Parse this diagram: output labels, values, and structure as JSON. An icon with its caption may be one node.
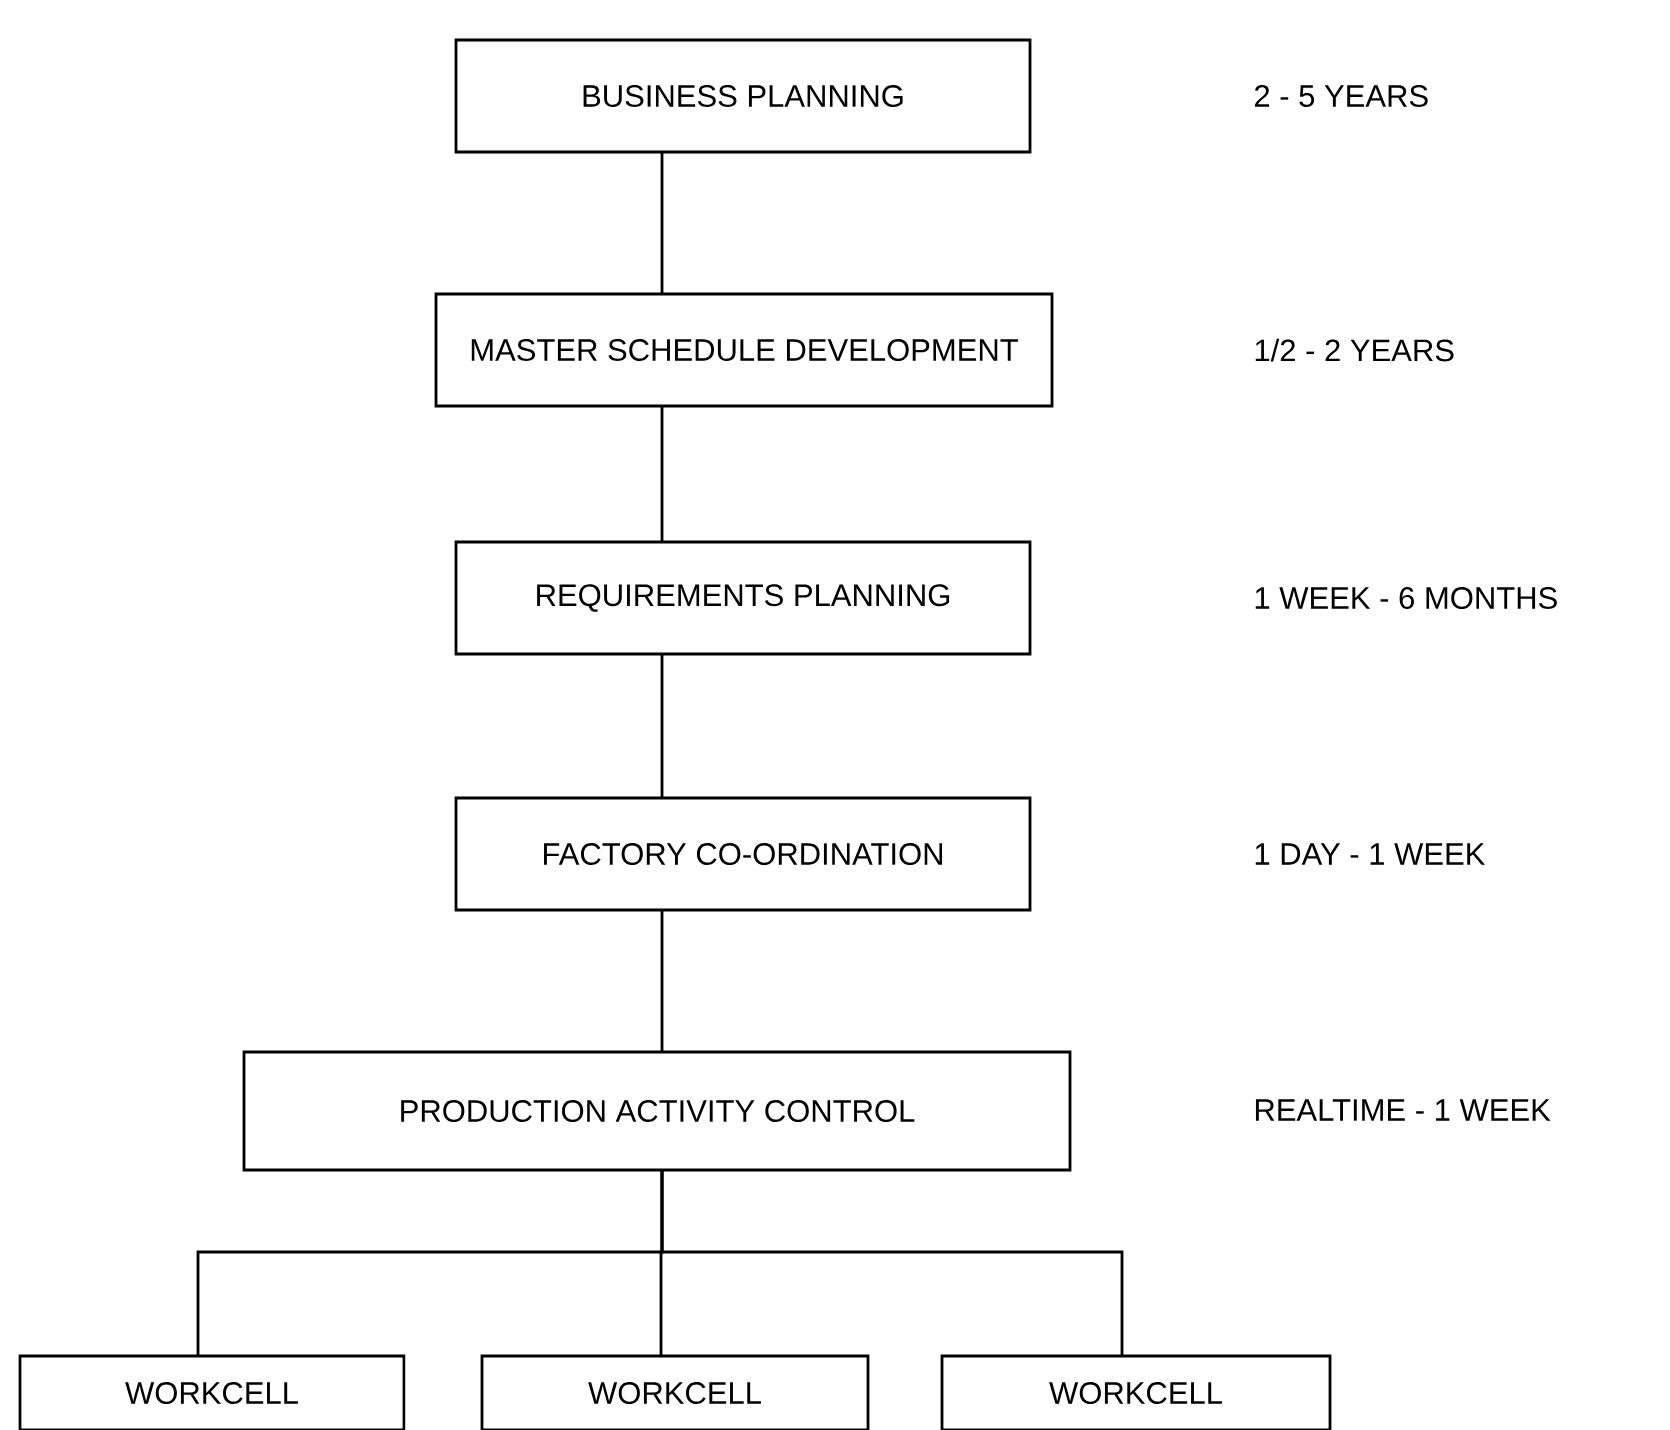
{
  "diagram": {
    "nodes": [
      {
        "text": [
          "BUSINESS PLANNING"
        ]
      },
      {
        "text": [
          "MASTER SCHEDULE DEVELOPMENT"
        ]
      },
      {
        "text": [
          "REQUIREMENTS PLANNING"
        ]
      },
      {
        "text": [
          "FACTORY CO-ORDINATION"
        ]
      },
      {
        "text": [
          "PRODUCTION ACTIVITY CONTROL"
        ]
      },
      {
        "text": [
          "WORKCELL"
        ]
      },
      {
        "text": [
          "WORKCELL"
        ]
      },
      {
        "text": [
          "WORKCELL"
        ]
      }
    ],
    "edges": [
      {
        "from": 0,
        "to": 1,
        "arrow": "none"
      },
      {
        "from": 1,
        "to": 2,
        "arrow": "none"
      },
      {
        "from": 2,
        "to": 3,
        "arrow": "none"
      },
      {
        "from": 3,
        "to": 4,
        "arrow": "none"
      },
      {
        "from": 4,
        "to": 5,
        "arrow": "none"
      },
      {
        "from": 4,
        "to": 6,
        "arrow": "none"
      },
      {
        "from": 4,
        "to": 7,
        "arrow": "none"
      }
    ],
    "labels": [
      "2 - 5 YEARS",
      "1/2 - 2 YEARS",
      "1 WEEK - 6 MONTHS",
      "1 DAY - 1 WEEK",
      "REALTIME - 1 WEEK"
    ]
  }
}
